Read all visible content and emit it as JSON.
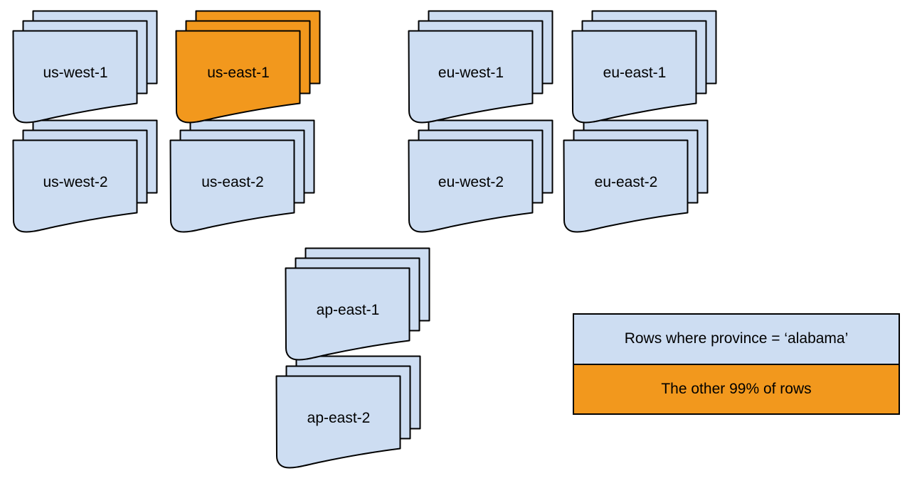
{
  "colors": {
    "light_blue": "#cdddf2",
    "orange": "#f2981d",
    "stroke": "#000000",
    "background": "#ffffff"
  },
  "stacks": [
    {
      "label": "us-west-1",
      "variant": "blue"
    },
    {
      "label": "us-east-1",
      "variant": "orange"
    },
    {
      "label": "eu-west-1",
      "variant": "blue"
    },
    {
      "label": "eu-east-1",
      "variant": "blue"
    },
    {
      "label": "us-west-2",
      "variant": "blue"
    },
    {
      "label": "us-east-2",
      "variant": "blue"
    },
    {
      "label": "eu-west-2",
      "variant": "blue"
    },
    {
      "label": "eu-east-2",
      "variant": "blue"
    },
    {
      "label": "ap-east-1",
      "variant": "blue"
    },
    {
      "label": "ap-east-2",
      "variant": "blue"
    }
  ],
  "legend": {
    "items": [
      {
        "label": "Rows where province = ‘alabama’",
        "variant": "blue"
      },
      {
        "label": "The other 99% of rows",
        "variant": "orange"
      }
    ]
  }
}
